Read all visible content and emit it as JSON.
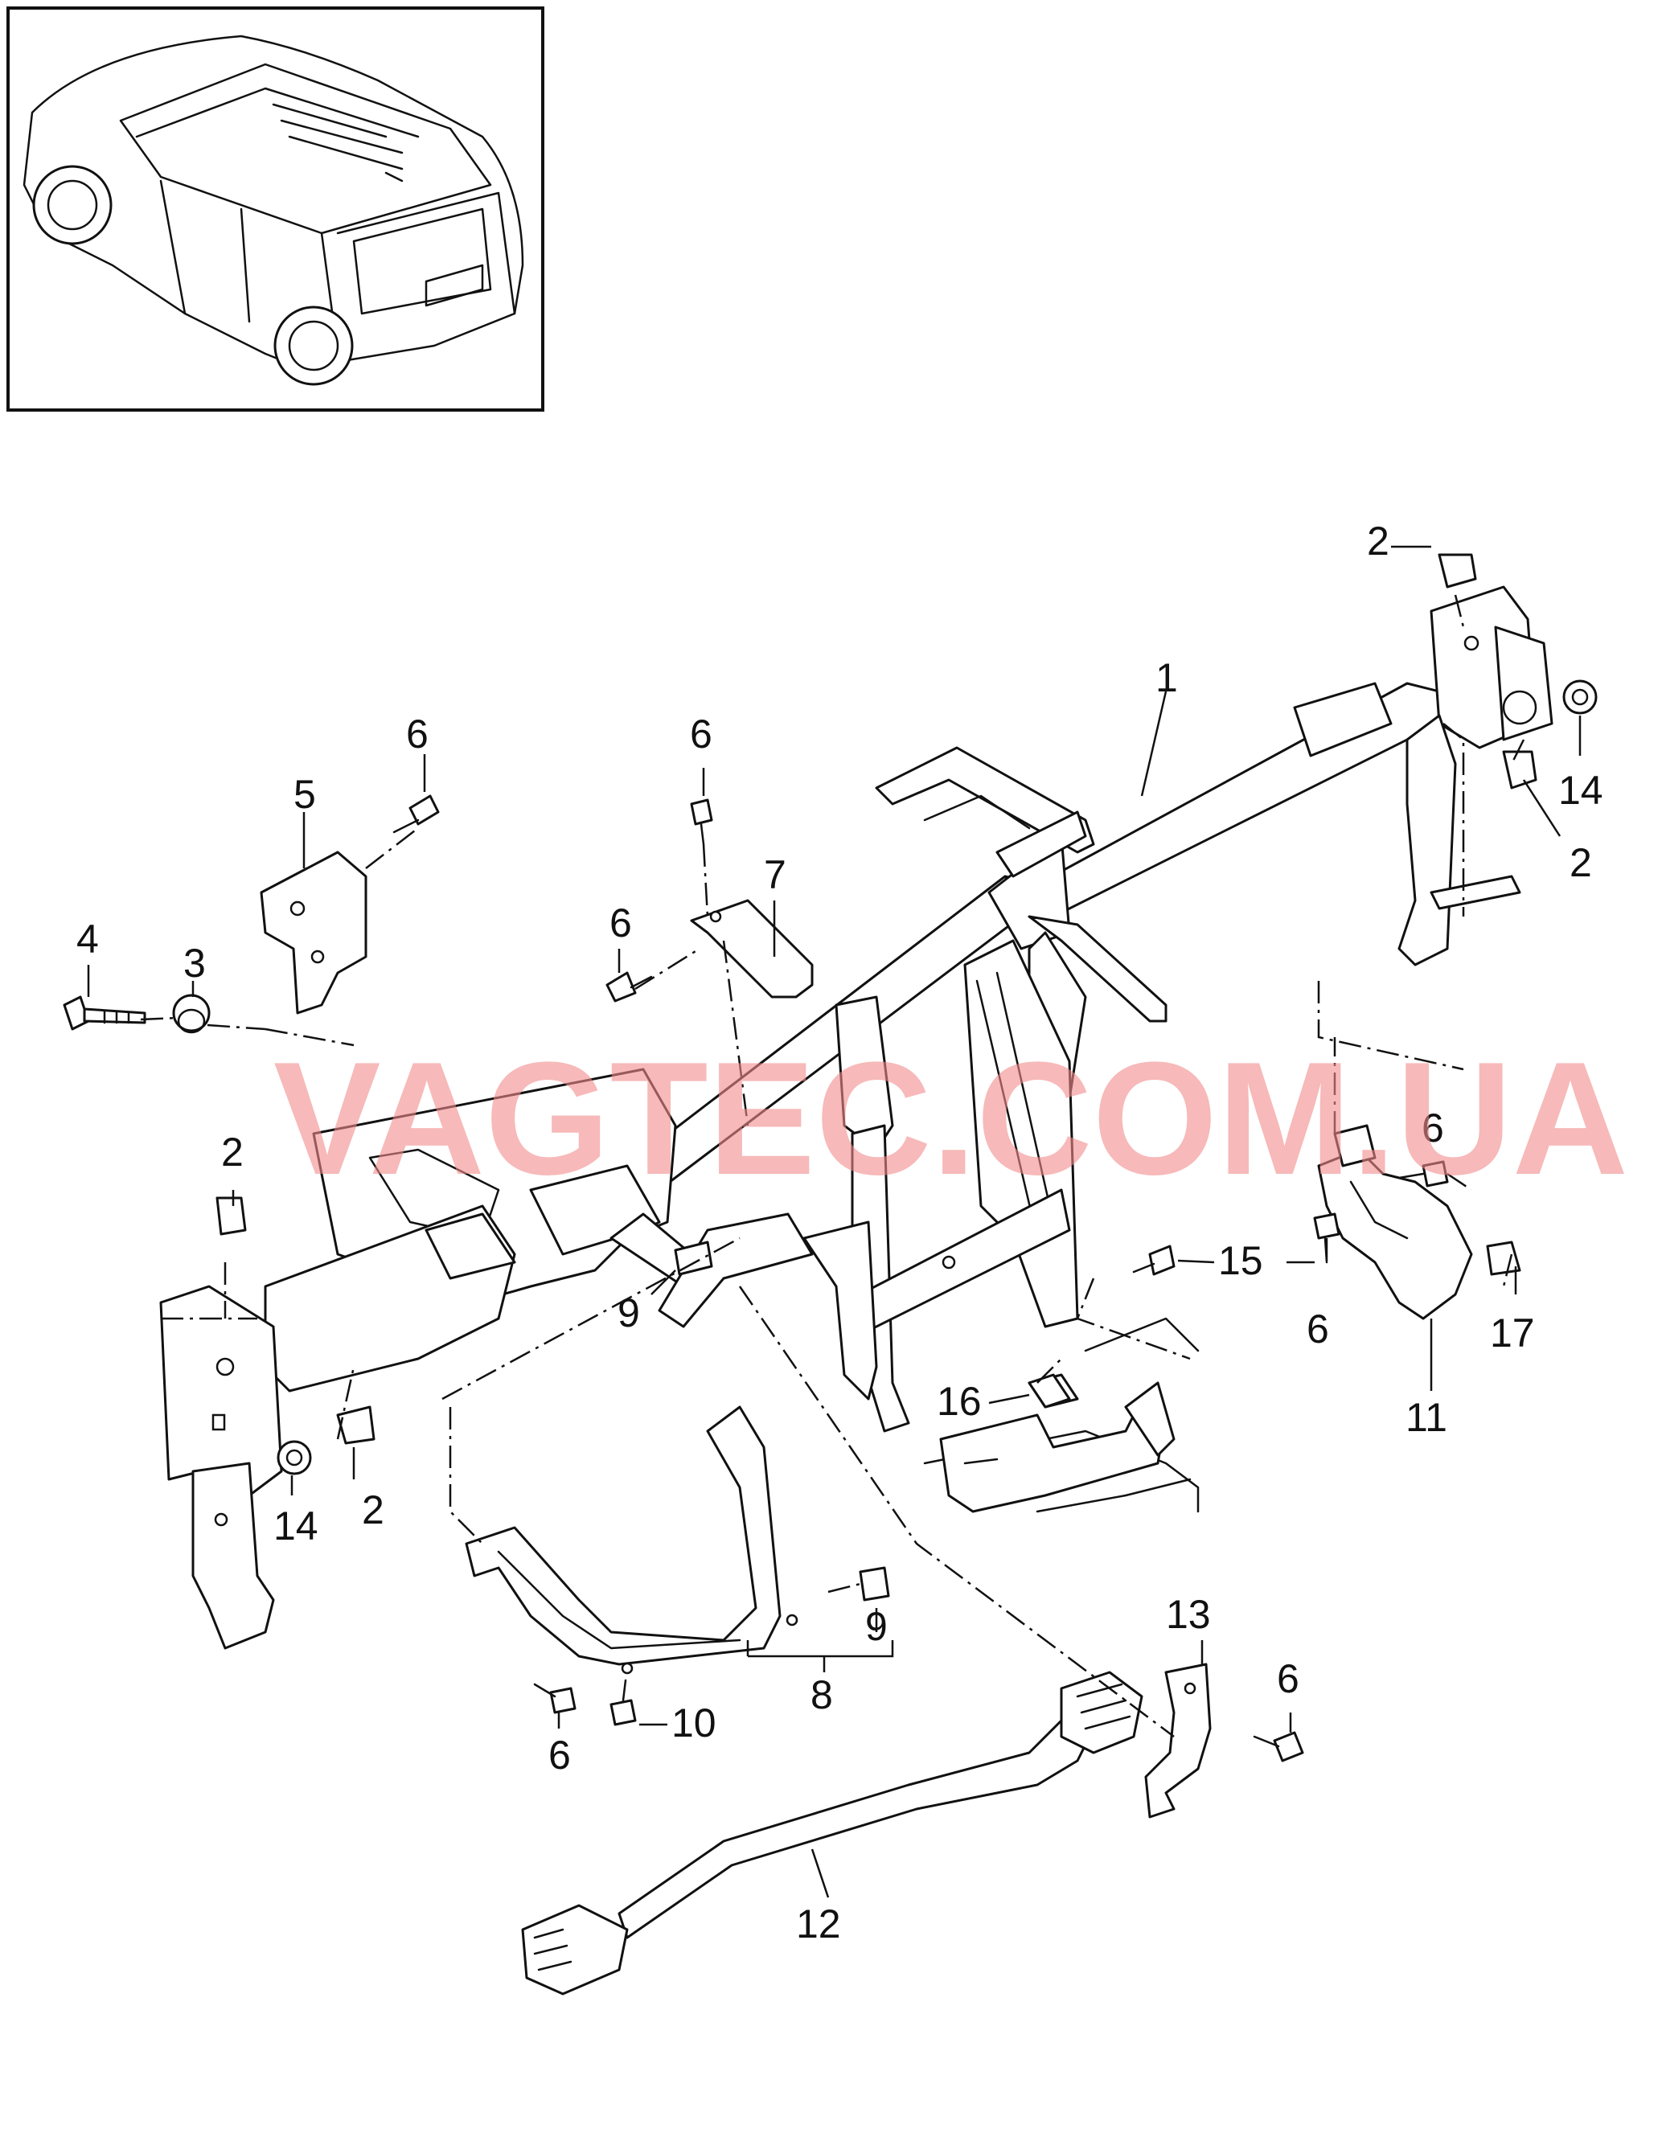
{
  "watermark": "VAGTEC.COM.UA",
  "callouts": {
    "c1": "1",
    "c2": "2",
    "c3": "3",
    "c4": "4",
    "c5": "5",
    "c6": "6",
    "c7": "7",
    "c8": "8",
    "c9": "9",
    "c10": "10",
    "c11": "11",
    "c12": "12",
    "c13": "13",
    "c14": "14",
    "c15": "15",
    "c16": "16",
    "c17": "17"
  }
}
